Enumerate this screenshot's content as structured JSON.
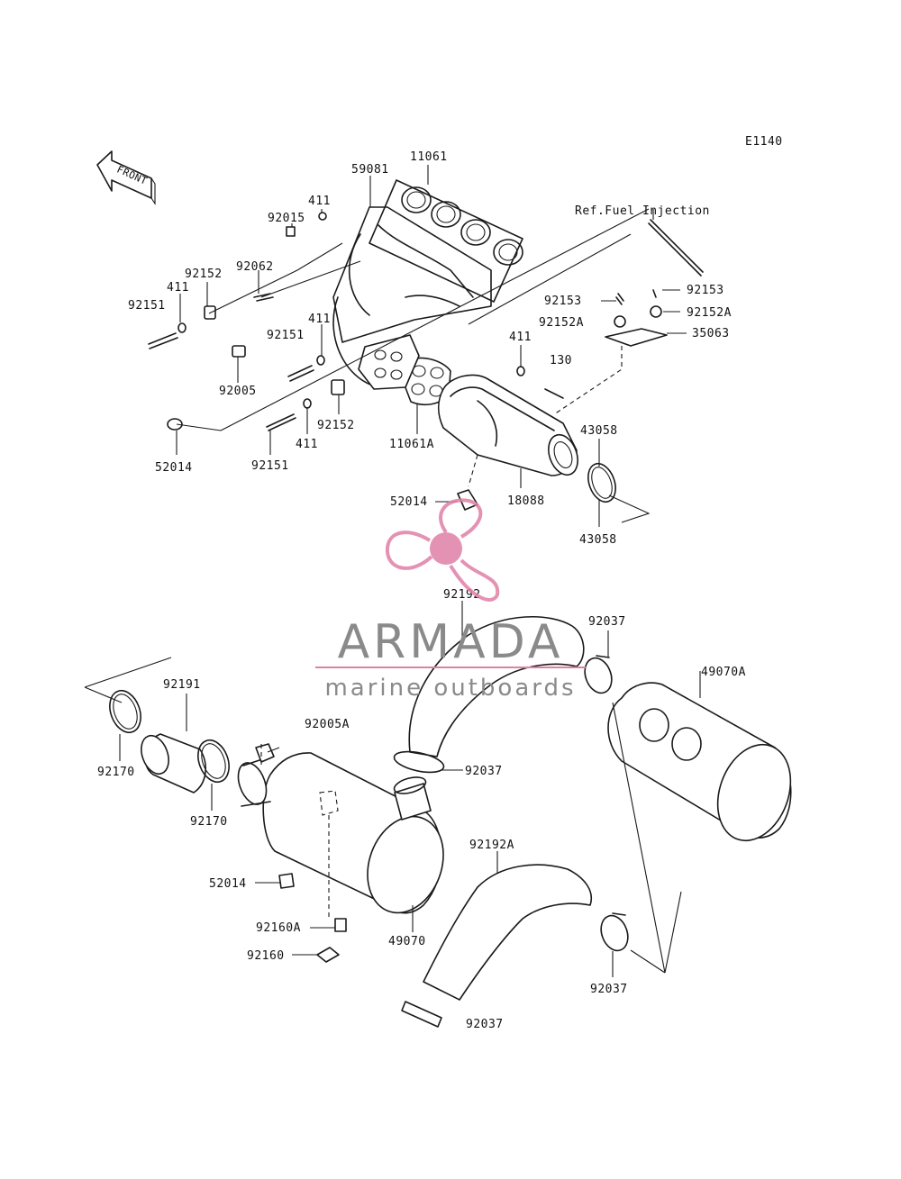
{
  "diagram": {
    "code": "E1140",
    "front_label": "FRONT",
    "reference_label": "Ref.Fuel Injection"
  },
  "parts": [
    "11061",
    "59081",
    "411",
    "92015",
    "92152",
    "92062",
    "411",
    "92151",
    "411",
    "92151",
    "92005",
    "92152",
    "411",
    "11061A",
    "52014",
    "92151",
    "92153",
    "92152A",
    "92153",
    "92152A",
    "35063",
    "411",
    "130",
    "43058",
    "18088",
    "52014",
    "43058",
    "92192",
    "92037",
    "49070A",
    "92191",
    "92005A",
    "92170",
    "92037",
    "92170",
    "52014",
    "92192A",
    "92160A",
    "49070",
    "92160",
    "92037",
    "92037"
  ],
  "watermark": {
    "brand": "ARMADA",
    "tagline": "marine outboards",
    "brand_color": "#8a8a8a",
    "logo_color": "#e07fa6"
  }
}
